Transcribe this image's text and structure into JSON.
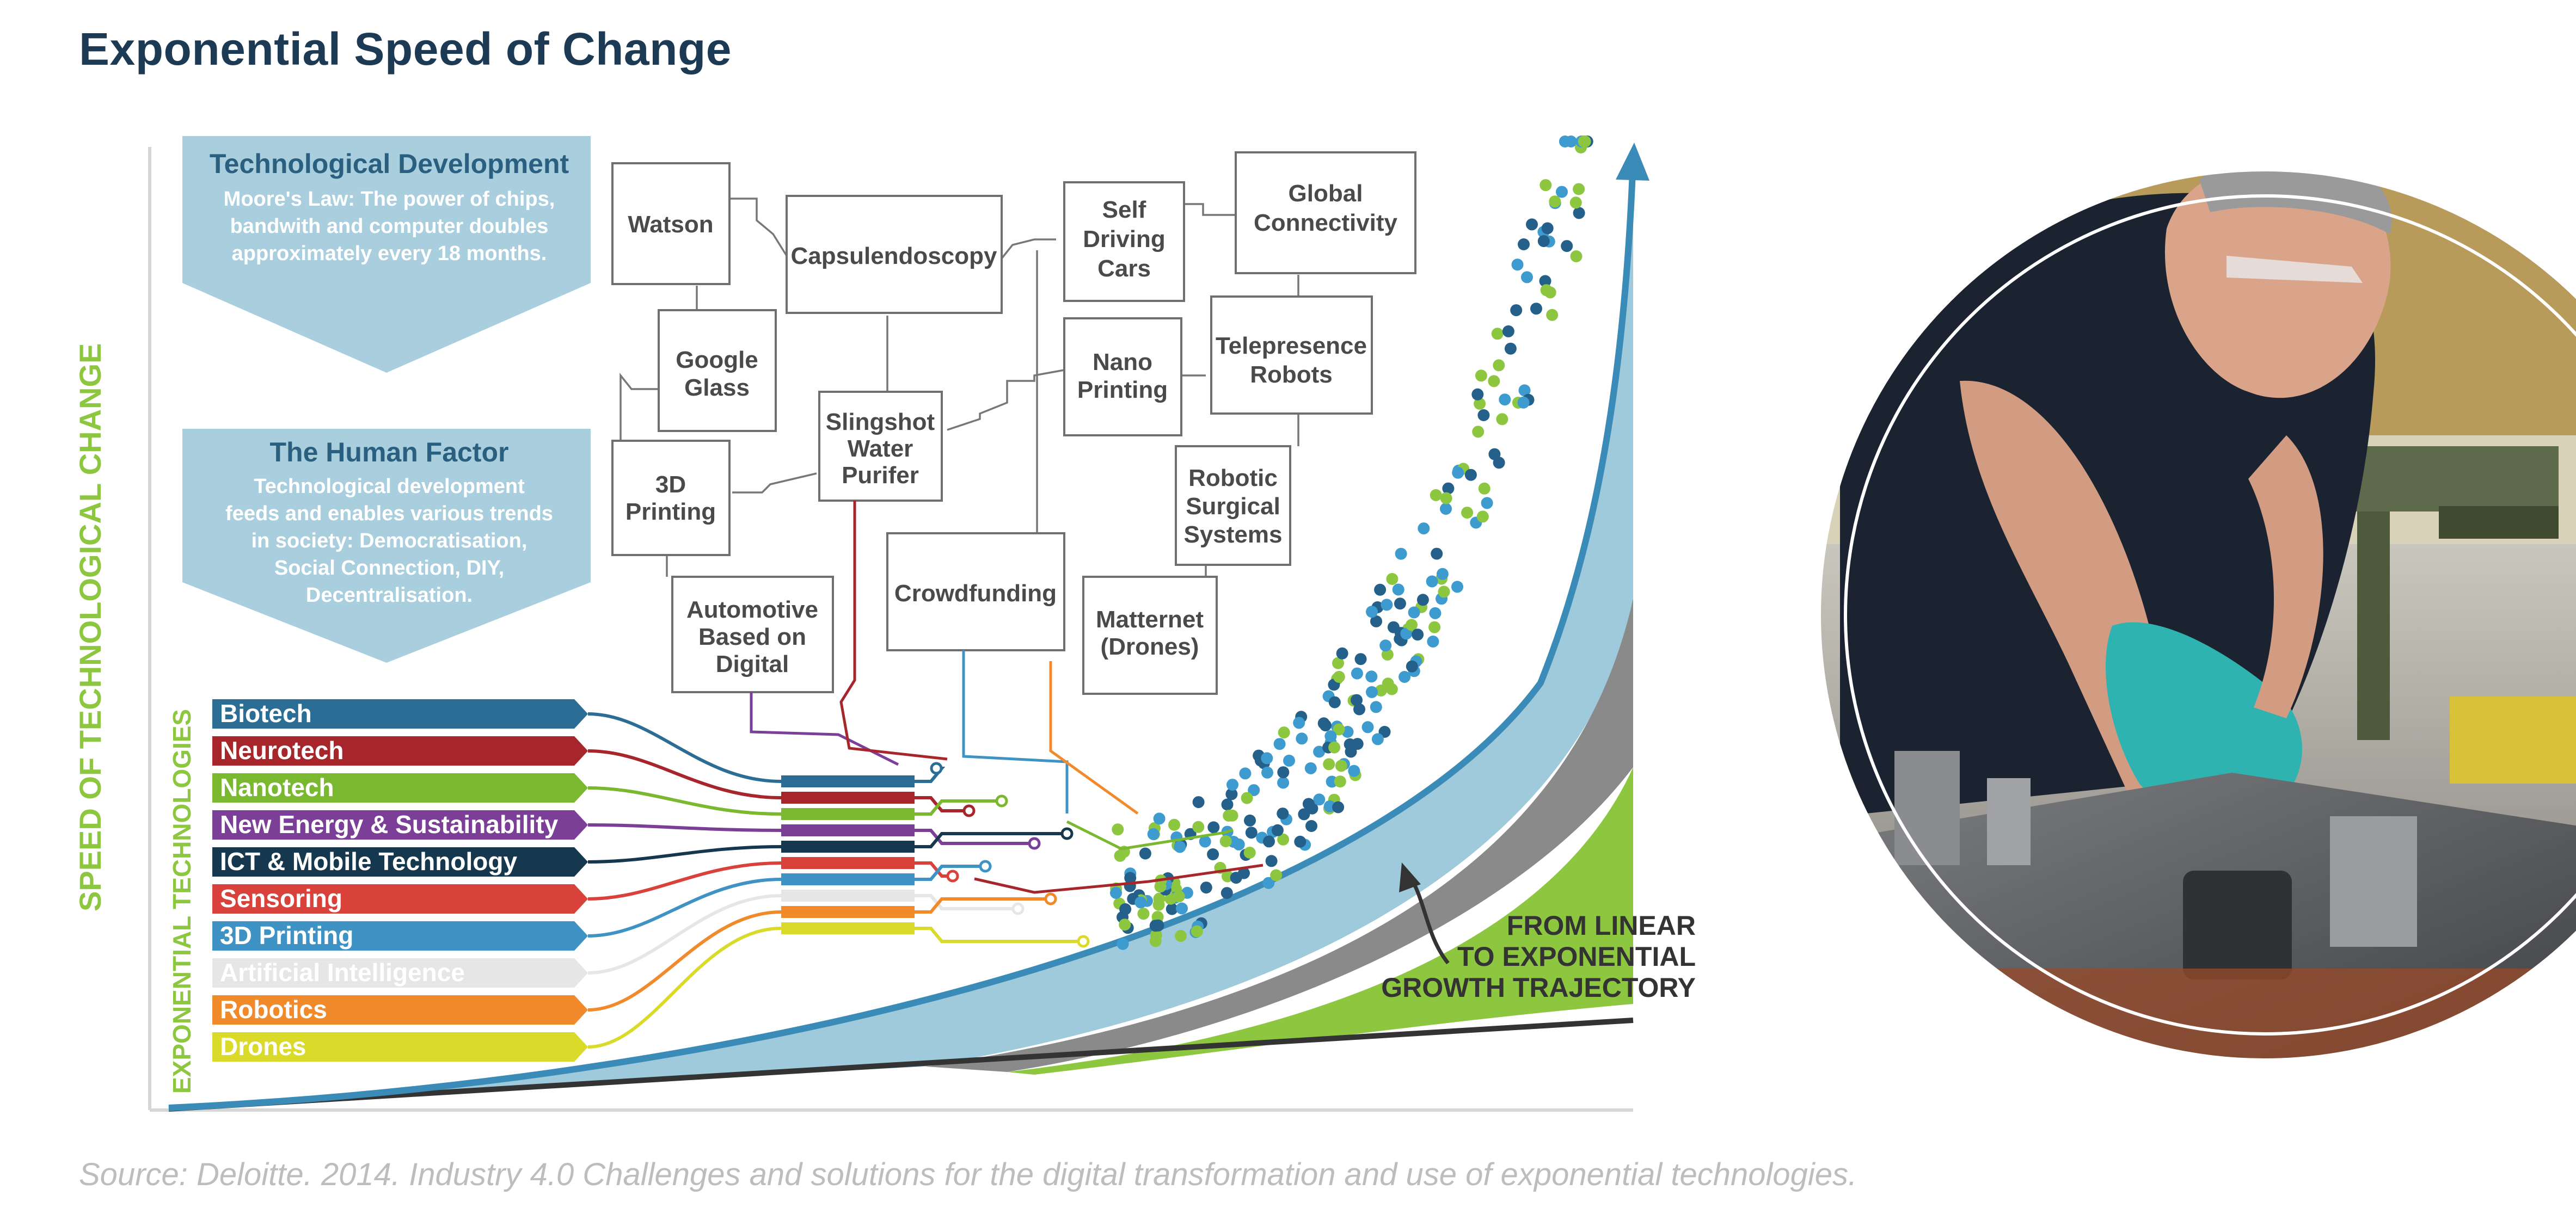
{
  "title": "Exponential Speed of Change",
  "source": "Source: Deloitte. 2014. Industry 4.0 Challenges and solutions for the digital transformation and use of exponential technologies.",
  "axis": {
    "y_label": "SPEED OF TECHNOLOGICAL CHANGE",
    "tech_label": "EXPONENTIAL TECHNOLOGIES"
  },
  "callouts": {
    "tech_dev": {
      "title": "Technological Development",
      "lines": [
        "Moore's Law: The power of chips,",
        "bandwith and computer doubles",
        "approximately every 18 months."
      ]
    },
    "human": {
      "title": "The Human Factor",
      "lines": [
        "Technological development",
        "feeds and enables various trends",
        "in society: Democratisation,",
        "Social Connection, DIY,",
        "Decentralisation."
      ]
    }
  },
  "growth_note": [
    "FROM LINEAR",
    "TO EXPONENTIAL",
    "GROWTH TRAJECTORY"
  ],
  "innovations": [
    {
      "lines": [
        "Watson"
      ]
    },
    {
      "lines": [
        "Capsulendoscopy"
      ]
    },
    {
      "lines": [
        "Self",
        "Driving",
        "Cars"
      ]
    },
    {
      "lines": [
        "Global",
        "Connectivity"
      ]
    },
    {
      "lines": [
        "Google",
        "Glass"
      ]
    },
    {
      "lines": [
        "Slingshot",
        "Water",
        "Purifer"
      ]
    },
    {
      "lines": [
        "Nano",
        "Printing"
      ]
    },
    {
      "lines": [
        "Telepresence",
        "Robots"
      ]
    },
    {
      "lines": [
        "3D",
        "Printing"
      ]
    },
    {
      "lines": [
        "Robotic",
        "Surgical",
        "Systems"
      ]
    },
    {
      "lines": [
        "Automotive",
        "Based on",
        "Digital"
      ]
    },
    {
      "lines": [
        "Crowdfunding"
      ]
    },
    {
      "lines": [
        "Matternet",
        "(Drones)"
      ]
    }
  ],
  "technologies": [
    {
      "label": "Biotech",
      "color": "#2b6d94"
    },
    {
      "label": "Neurotech",
      "color": "#a6262b"
    },
    {
      "label": "Nanotech",
      "color": "#79b82f"
    },
    {
      "label": "New Energy & Sustainability",
      "color": "#7b3f97"
    },
    {
      "label": "ICT & Mobile Technology",
      "color": "#16384f"
    },
    {
      "label": "Sensoring",
      "color": "#d9423a"
    },
    {
      "label": "3D Printing",
      "color": "#3e93c4"
    },
    {
      "label": "Artificial Intelligence",
      "color": "#e6e6e6"
    },
    {
      "label": "Robotics",
      "color": "#f08a2a"
    },
    {
      "label": "Drones",
      "color": "#dada2a"
    }
  ],
  "colors": {
    "callout": "#a9cfdf",
    "curve_line": "#3a8bb8",
    "area_light_blue": "#9fcadc",
    "area_grey": "#8a8a8a",
    "area_green": "#8dc63f",
    "dot_green": "#8dc63f",
    "dot_navy": "#25608a",
    "dot_blue": "#3e9bcf"
  },
  "photo": {
    "icon": "worker-photo"
  }
}
